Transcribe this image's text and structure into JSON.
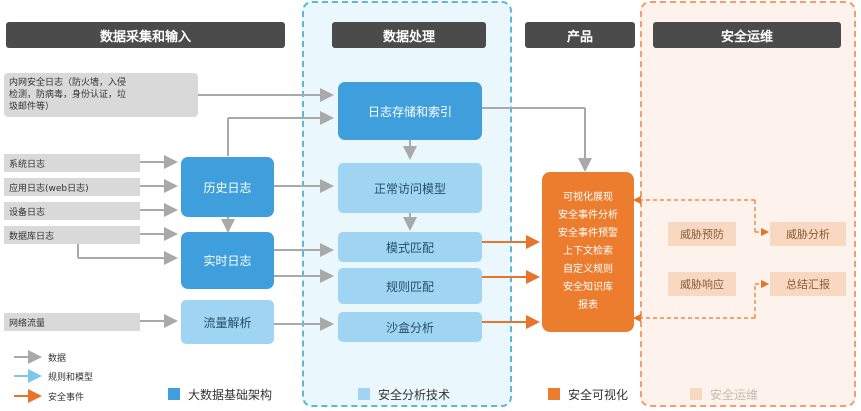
{
  "headers": {
    "collect": "数据采集和输入",
    "process": "数据处理",
    "product": "产品",
    "ops": "安全运维"
  },
  "sources": {
    "intranet": "内网安全日志（防火墙，入侵检测，防病毒，身份认证，垃圾邮件等）",
    "system": "系统日志",
    "app": "应用日志(web日志)",
    "device": "设备日志",
    "database": "数据库日志",
    "network": "网络流量"
  },
  "infra": {
    "history": "历史日志",
    "realtime": "实时日志",
    "flow_parse": "流量解析",
    "storage": "日志存储和索引"
  },
  "analysis": {
    "normal_model": "正常访问模型",
    "pattern": "模式匹配",
    "rule": "规则匹配",
    "sandbox": "沙盒分析"
  },
  "product_items": [
    "可视化展现",
    "安全事件分析",
    "安全事件预警",
    "上下文检索",
    "自定义规则",
    "安全知识库",
    "报表"
  ],
  "ops": {
    "prevent": "威胁预防",
    "analyze": "威胁分析",
    "respond": "威胁响应",
    "report": "总结汇报"
  },
  "legend_lines": {
    "data": "数据",
    "rules": "规则和模型",
    "events": "安全事件"
  },
  "legend_boxes": {
    "bigdata": "大数据基础架构",
    "analysis": "安全分析技术",
    "visual": "安全可视化",
    "ops": "安全运维"
  },
  "colors": {
    "data_arrow": "#a9a9a9",
    "rule_arrow": "#7cc8ea",
    "event_arrow": "#e8742a",
    "bigdata": "#3f9fdc",
    "analysis": "#9fd5f2",
    "visual": "#ec7d2f",
    "ops": "#f8d8c0"
  }
}
